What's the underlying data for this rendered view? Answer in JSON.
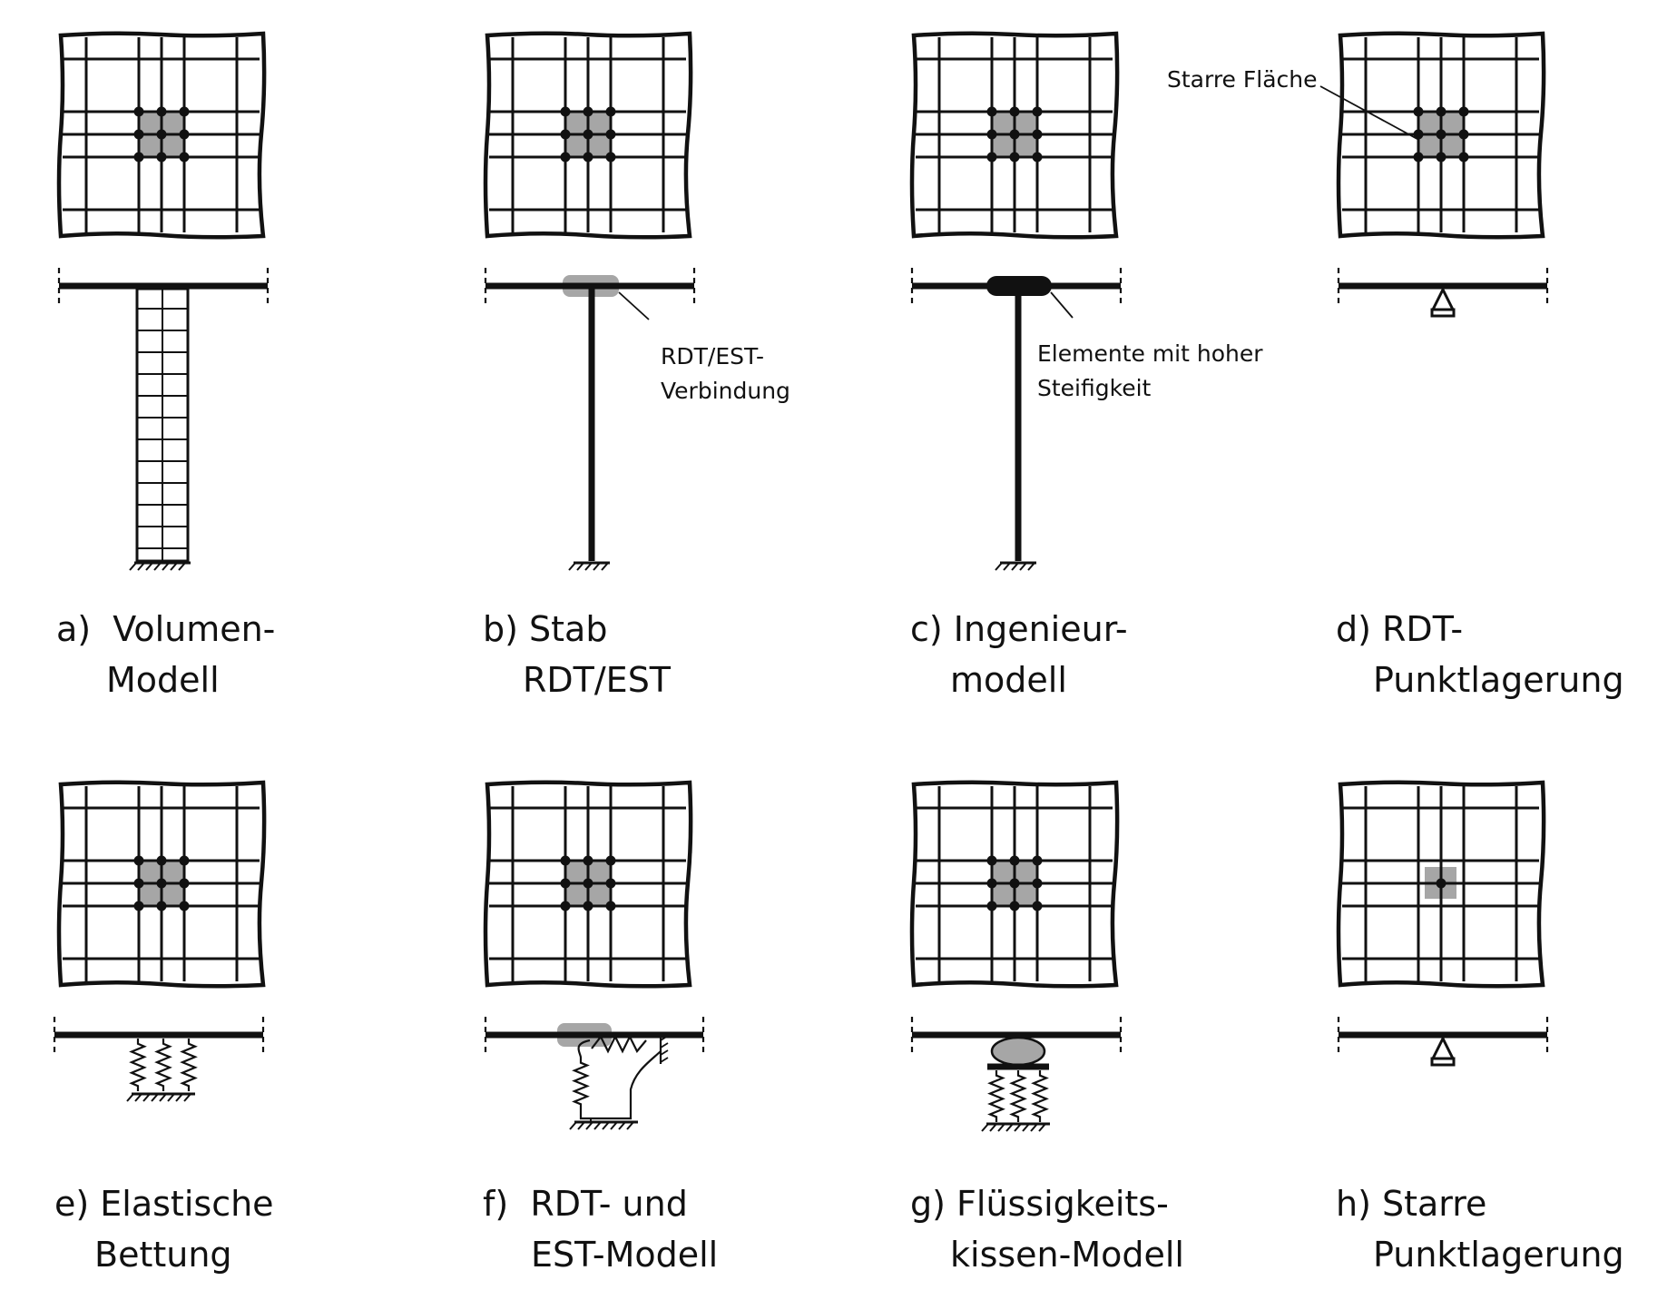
{
  "panels": [
    {
      "id": "a",
      "caption": [
        "a)  Volumen-",
        "Modell"
      ]
    },
    {
      "id": "b",
      "caption": [
        "b) Stab",
        "RDT/EST"
      ]
    },
    {
      "id": "c",
      "caption": [
        "c) Ingenieur-",
        "modell"
      ]
    },
    {
      "id": "d",
      "caption": [
        "d) RDT-",
        "Punktlagerung"
      ]
    },
    {
      "id": "e",
      "caption": [
        "e) Elastische",
        "Bettung"
      ]
    },
    {
      "id": "f",
      "caption": [
        "f)  RDT- und",
        "EST-Modell"
      ]
    },
    {
      "id": "g",
      "caption": [
        "g) Flüssigkeits-",
        "kissen-Modell"
      ]
    },
    {
      "id": "h",
      "caption": [
        "h) Starre",
        "Punktlagerung"
      ]
    }
  ],
  "annotations": {
    "rdt_est": [
      "RDT/EST-",
      "Verbindung"
    ],
    "elemente": [
      "Elemente mit hoher",
      "Steifigkeit"
    ],
    "starre_flaeche": "Starre Fläche"
  },
  "colors": {
    "line": "#111111",
    "fill_grey": "#a6a6a6"
  }
}
